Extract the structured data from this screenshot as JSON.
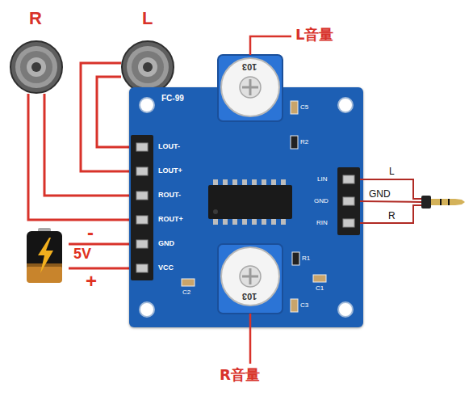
{
  "diagram": {
    "nodes": [
      {
        "text": [
          "R"
        ]
      },
      {
        "text": [
          "L"
        ]
      },
      {
        "text": [
          "5V"
        ]
      },
      {
        "text": [
          "FC-99"
        ]
      }
    ],
    "edges": [
      {
        "from": 0,
        "to": 3,
        "arrow": "none"
      },
      {
        "from": 0,
        "to": 3,
        "arrow": "none"
      },
      {
        "from": 1,
        "to": 3,
        "arrow": "none"
      },
      {
        "from": 1,
        "to": 3,
        "arrow": "none"
      },
      {
        "from": 2,
        "to": 3,
        "arrow": "none"
      },
      {
        "from": 2,
        "to": 3,
        "arrow": "none"
      }
    ],
    "labels": [
      "L音量",
      "R音量",
      "-",
      "+",
      "LOUT-",
      "LOUT+",
      "ROUT-",
      "ROUT+",
      "GND",
      "VCC",
      "C5",
      "R2",
      "C2",
      "R1",
      "C1",
      "C3",
      "LIN",
      "GND",
      "RIN",
      "L",
      "GND",
      "R",
      "103",
      "103"
    ]
  }
}
